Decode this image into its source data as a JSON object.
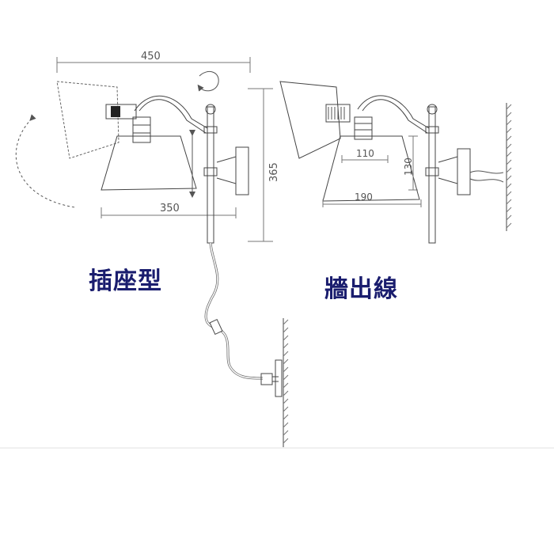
{
  "labels": {
    "plug_type": "插座型",
    "wall_wired": "牆出線"
  },
  "dimensions": {
    "left": {
      "overall_width": "450",
      "shade_width": "350",
      "height": "365"
    },
    "right": {
      "shade_top": "110",
      "shade_bottom": "190",
      "shade_height": "130"
    }
  },
  "colors": {
    "line": "#444444",
    "dim_line": "#777777",
    "label": "#1a1d6e"
  }
}
